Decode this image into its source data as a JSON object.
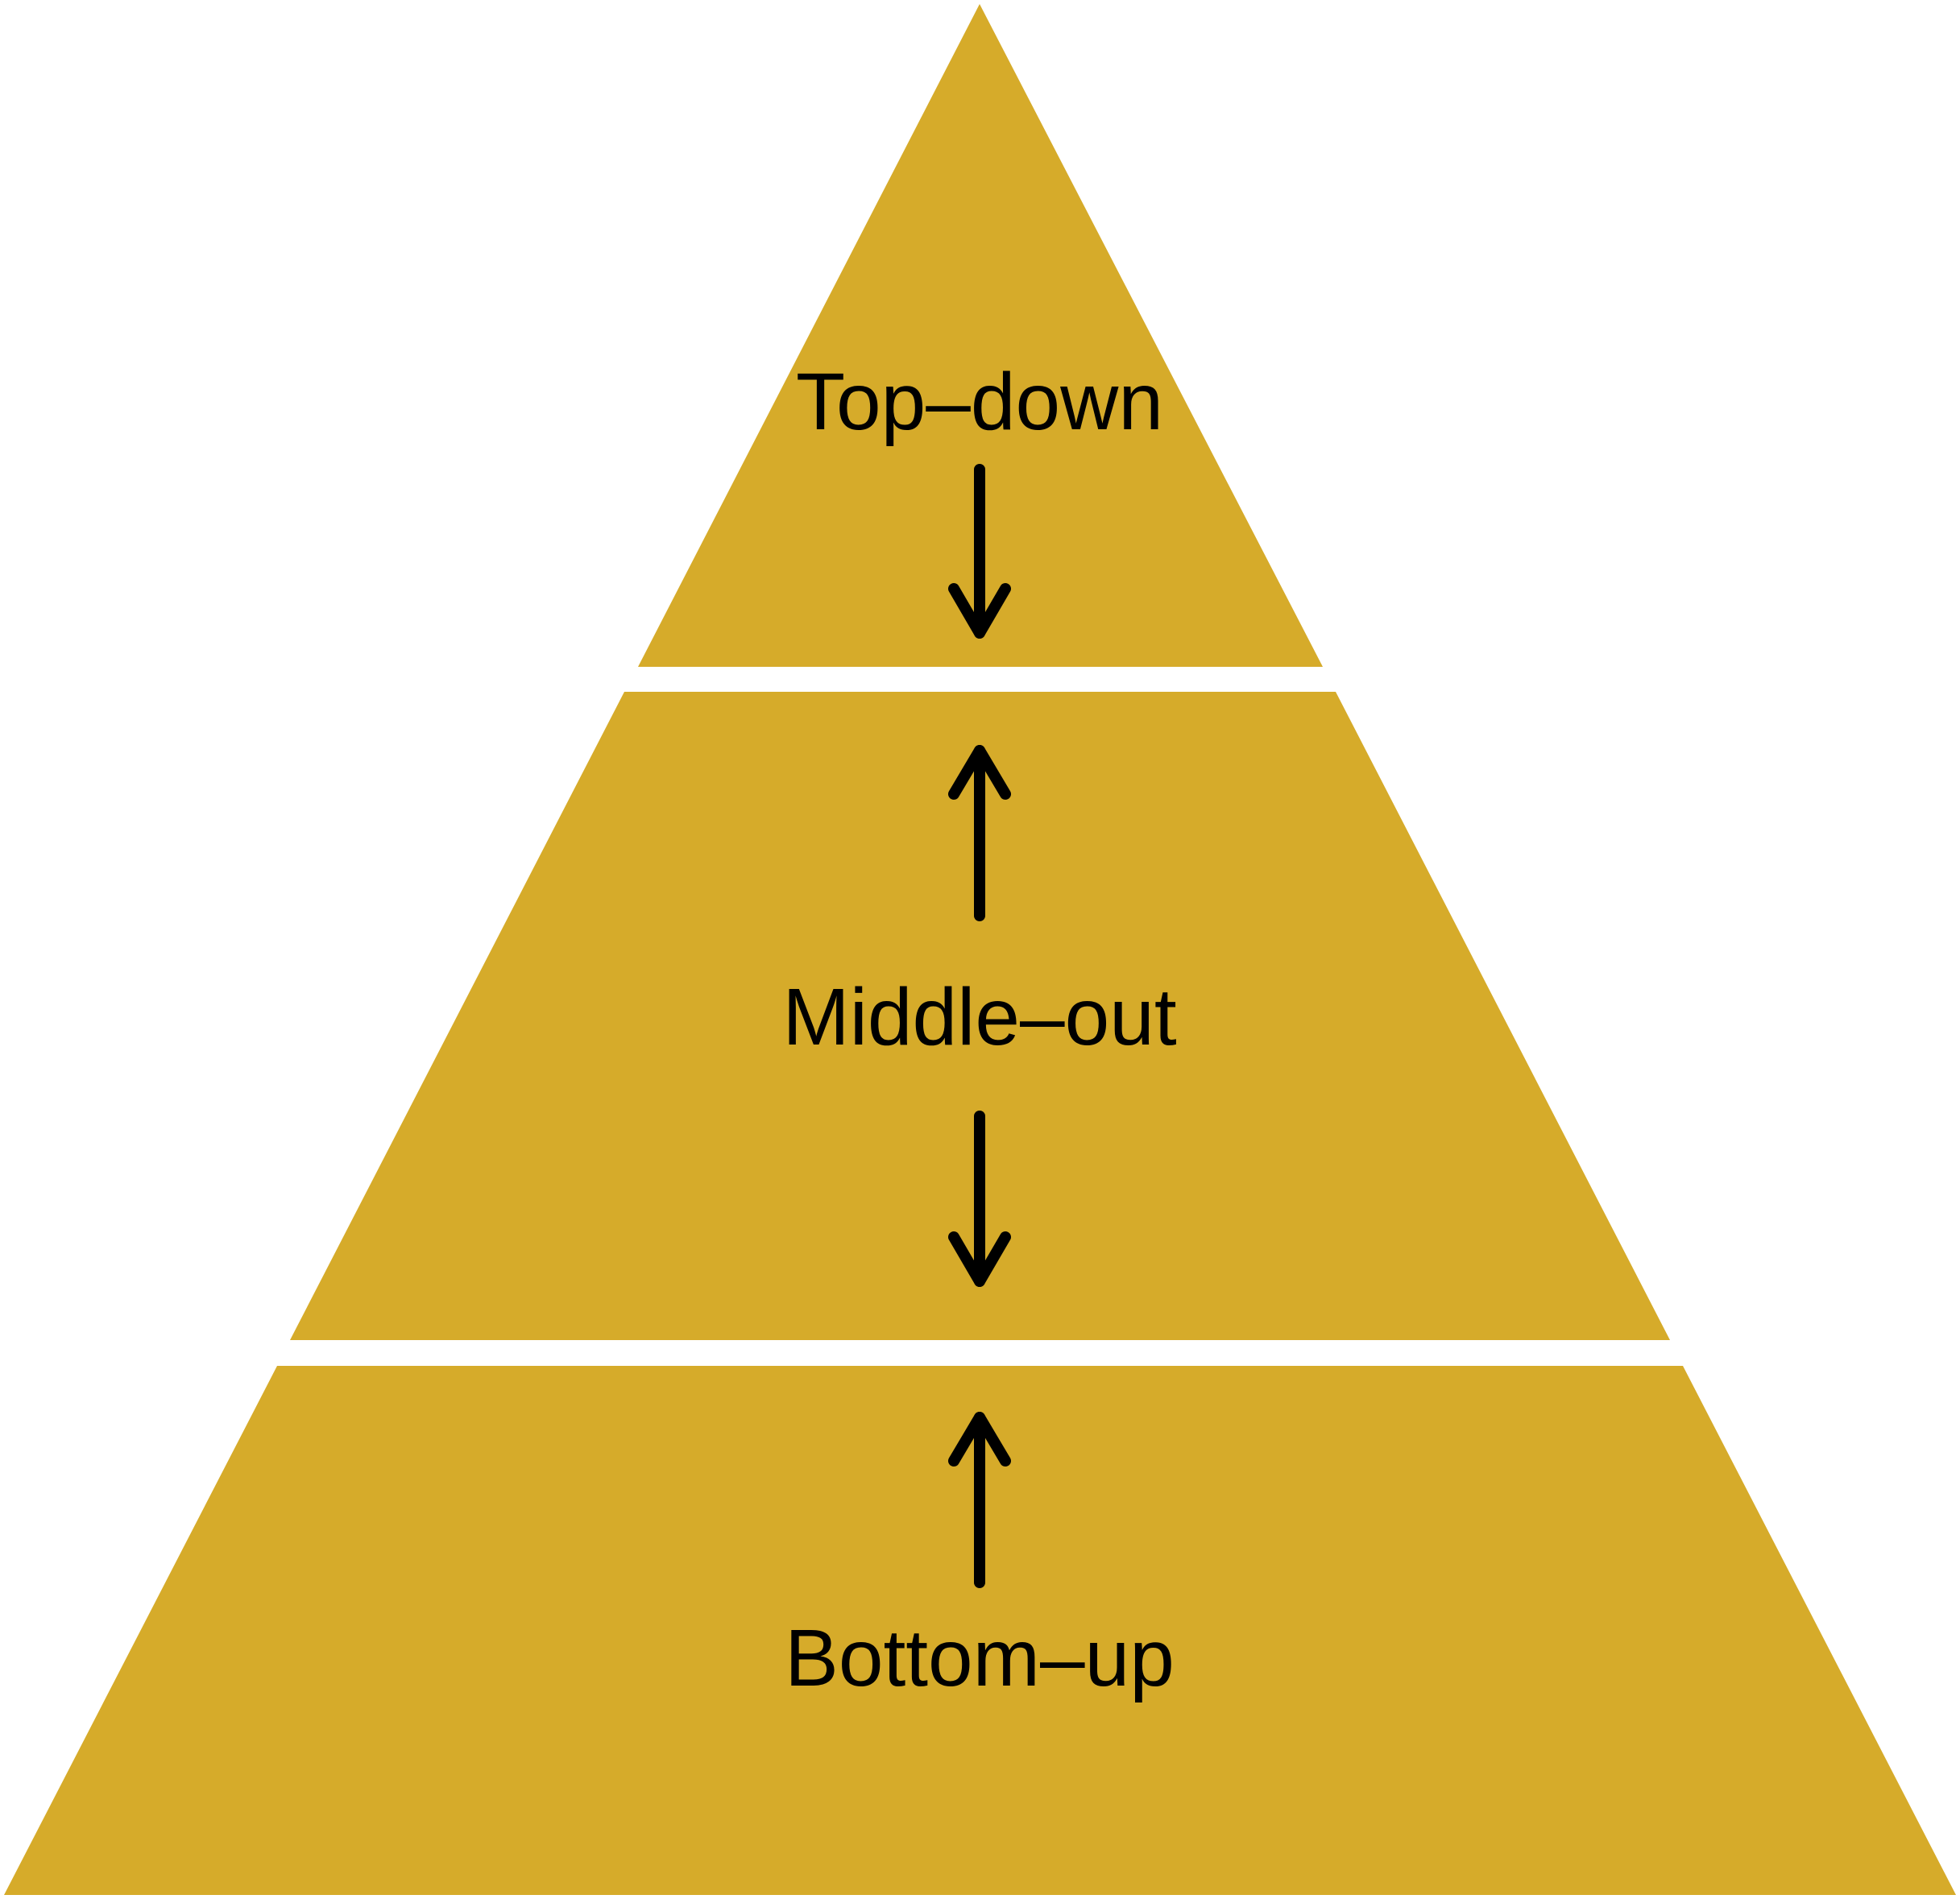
{
  "diagram": {
    "fill_color": "#D6AB2A",
    "background_color": "#FFFFFF",
    "arrow_color": "#000000",
    "text_color": "#000000",
    "tiers": [
      {
        "label": "Top–down",
        "arrow": "down"
      },
      {
        "label": "Middle–out",
        "arrow": "up-and-down"
      },
      {
        "label": "Bottom–up",
        "arrow": "up"
      }
    ]
  }
}
